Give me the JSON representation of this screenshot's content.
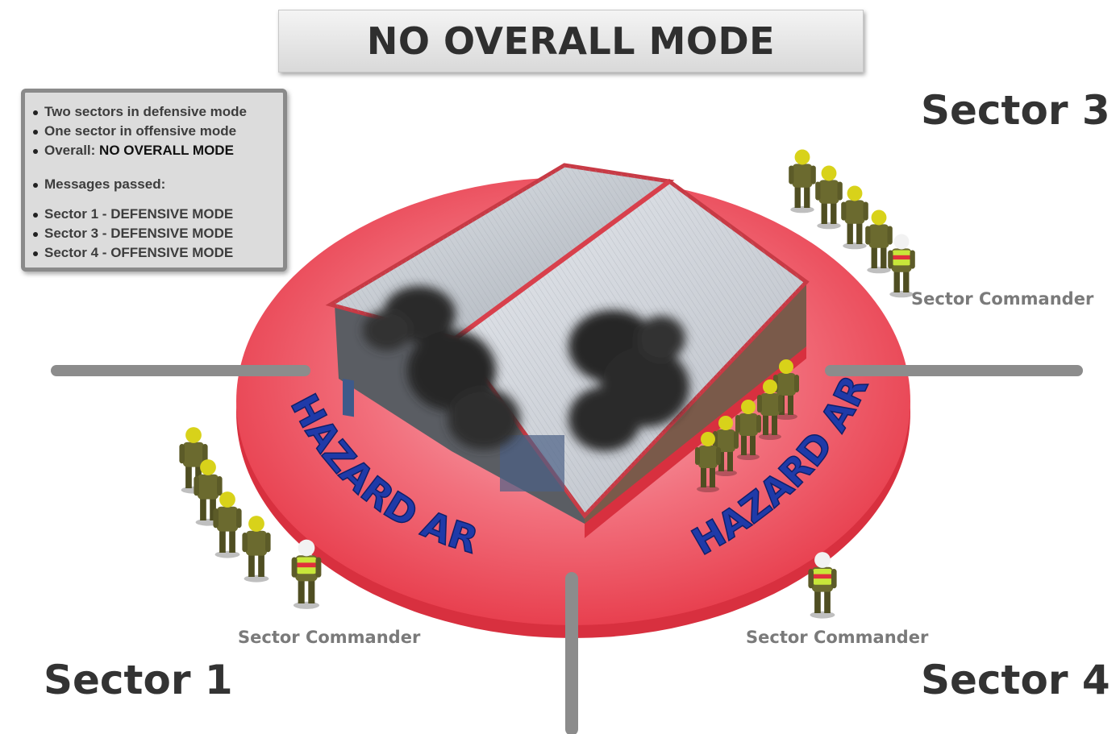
{
  "title": "NO OVERALL MODE",
  "info_panel": {
    "summary": [
      {
        "text": "Two sectors in defensive mode",
        "bold": ""
      },
      {
        "text": "One sector in offensive mode",
        "bold": ""
      },
      {
        "text": "Overall: ",
        "bold": "NO OVERALL MODE"
      }
    ],
    "messages_heading": "Messages passed:",
    "messages": [
      "Sector 1 - DEFENSIVE MODE",
      "Sector 3 - DEFENSIVE MODE",
      "Sector 4 - OFFENSIVE MODE"
    ]
  },
  "sectors": {
    "sector_1": "Sector 1",
    "sector_3": "Sector 3",
    "sector_4": "Sector 4"
  },
  "commander_label": "Sector Commander",
  "hazard_label": "HAZARD AREA",
  "colors": {
    "hazard_zone": "#f0485a",
    "hazard_text": "#1f3aa8",
    "divider": "#8c8c8c",
    "roof": "#c8ccd2",
    "smoke": "#2b2b2b",
    "firefighter": "#6b6a2f",
    "helmet": "#d8d21a"
  }
}
